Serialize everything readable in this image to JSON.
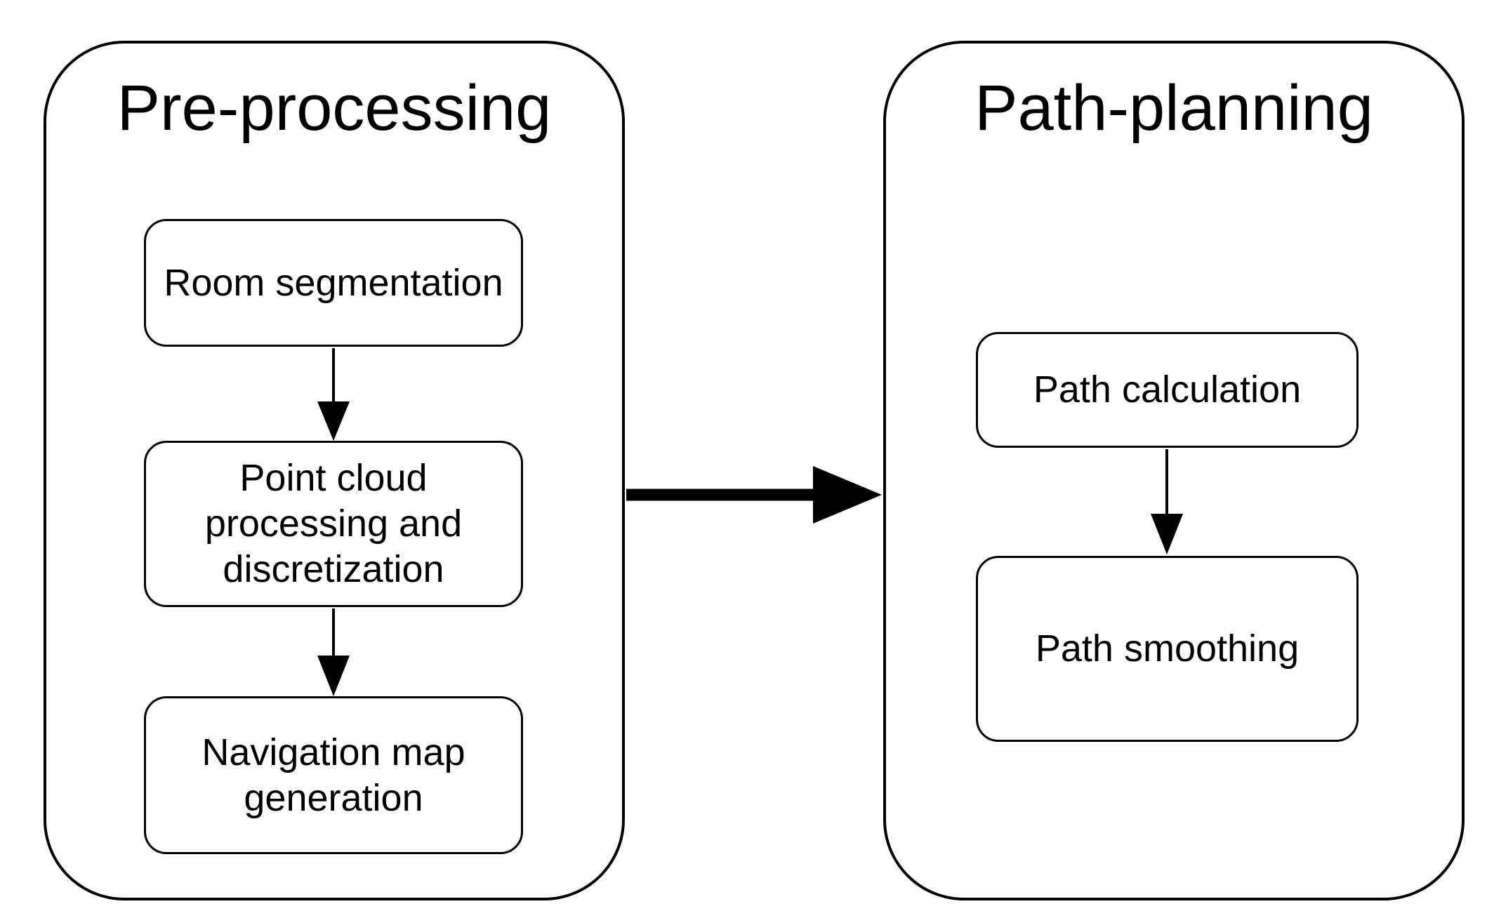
{
  "diagram": {
    "colors": {
      "background": "#ffffff",
      "stroke": "#000000",
      "text": "#000000"
    },
    "groups": [
      {
        "title": "Pre-processing",
        "nodes": [
          {
            "label": "Room segmentation"
          },
          {
            "label": "Point cloud\nprocessing and\ndiscretization"
          },
          {
            "label": "Navigation map\ngeneration"
          }
        ]
      },
      {
        "title": "Path-planning",
        "nodes": [
          {
            "label": "Path calculation"
          },
          {
            "label": "Path smoothing"
          }
        ]
      }
    ],
    "connections": [
      {
        "from": "Room segmentation",
        "to": "Point cloud processing and discretization",
        "type": "arrow-down"
      },
      {
        "from": "Point cloud processing and discretization",
        "to": "Navigation map generation",
        "type": "arrow-down"
      },
      {
        "from": "Path calculation",
        "to": "Path smoothing",
        "type": "arrow-down"
      },
      {
        "from": "Pre-processing",
        "to": "Path-planning",
        "type": "arrow-right-thick"
      }
    ]
  }
}
